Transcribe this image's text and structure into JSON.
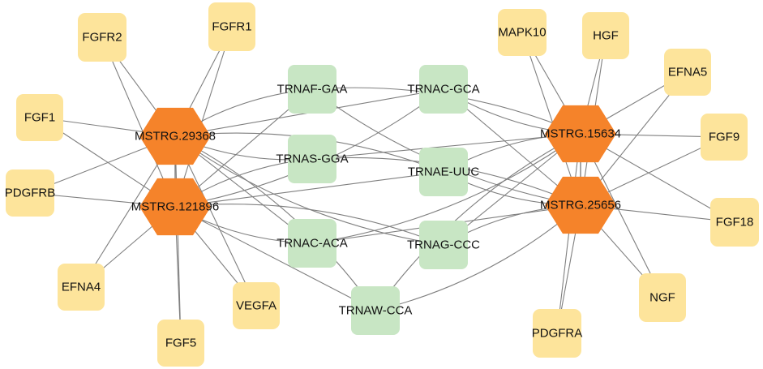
{
  "colors": {
    "hub_fill": "#f5832a",
    "trna_fill": "#c8e6c4",
    "gene_fill": "#fde49b",
    "edge": "#7f7f7f",
    "label": "#111111"
  },
  "hubs": [
    {
      "id": "h1",
      "label": "MSTRG.29368"
    },
    {
      "id": "h2",
      "label": "MSTRG.121896"
    },
    {
      "id": "h3",
      "label": "MSTRG.15634"
    },
    {
      "id": "h4",
      "label": "MSTRG.25656"
    }
  ],
  "trnas": [
    {
      "id": "t1",
      "label": "TRNAF-GAA"
    },
    {
      "id": "t2",
      "label": "TRNAC-GCA"
    },
    {
      "id": "t3",
      "label": "TRNAS-GGA"
    },
    {
      "id": "t4",
      "label": "TRNAE-UUC"
    },
    {
      "id": "t5",
      "label": "TRNAC-ACA"
    },
    {
      "id": "t6",
      "label": "TRNAG-CCC"
    },
    {
      "id": "t7",
      "label": "TRNAW-CCA"
    }
  ],
  "genes": [
    {
      "id": "g1",
      "label": "FGFR2"
    },
    {
      "id": "g2",
      "label": "FGFR1"
    },
    {
      "id": "g3",
      "label": "FGF1"
    },
    {
      "id": "g4",
      "label": "PDGFRB"
    },
    {
      "id": "g5",
      "label": "EFNA4"
    },
    {
      "id": "g6",
      "label": "FGF5"
    },
    {
      "id": "g7",
      "label": "VEGFA"
    },
    {
      "id": "g8",
      "label": "MAPK10"
    },
    {
      "id": "g9",
      "label": "HGF"
    },
    {
      "id": "g10",
      "label": "EFNA5"
    },
    {
      "id": "g11",
      "label": "FGF9"
    },
    {
      "id": "g12",
      "label": "FGF18"
    },
    {
      "id": "g13",
      "label": "NGF"
    },
    {
      "id": "g14",
      "label": "PDGFRA"
    }
  ],
  "edges": [
    [
      "h1",
      "g1"
    ],
    [
      "h1",
      "g2"
    ],
    [
      "h1",
      "g3"
    ],
    [
      "h1",
      "g4"
    ],
    [
      "h1",
      "g5"
    ],
    [
      "h1",
      "g6"
    ],
    [
      "h1",
      "g7"
    ],
    [
      "h2",
      "g1"
    ],
    [
      "h2",
      "g2"
    ],
    [
      "h2",
      "g3"
    ],
    [
      "h2",
      "g4"
    ],
    [
      "h2",
      "g5"
    ],
    [
      "h2",
      "g6"
    ],
    [
      "h2",
      "g7"
    ],
    [
      "h3",
      "g8"
    ],
    [
      "h3",
      "g9"
    ],
    [
      "h3",
      "g10"
    ],
    [
      "h3",
      "g11"
    ],
    [
      "h3",
      "g12"
    ],
    [
      "h3",
      "g13"
    ],
    [
      "h3",
      "g14"
    ],
    [
      "h4",
      "g8"
    ],
    [
      "h4",
      "g9"
    ],
    [
      "h4",
      "g10"
    ],
    [
      "h4",
      "g11"
    ],
    [
      "h4",
      "g12"
    ],
    [
      "h4",
      "g13"
    ],
    [
      "h4",
      "g14"
    ],
    [
      "h1",
      "h2"
    ],
    [
      "h3",
      "h4"
    ],
    [
      "h1",
      "t1"
    ],
    [
      "h1",
      "t2"
    ],
    [
      "h1",
      "t3"
    ],
    [
      "h1",
      "t4"
    ],
    [
      "h1",
      "t5"
    ],
    [
      "h1",
      "t6"
    ],
    [
      "h1",
      "t7"
    ],
    [
      "h2",
      "t1"
    ],
    [
      "h2",
      "t2"
    ],
    [
      "h2",
      "t3"
    ],
    [
      "h2",
      "t4"
    ],
    [
      "h2",
      "t5"
    ],
    [
      "h2",
      "t6"
    ],
    [
      "h2",
      "t7"
    ],
    [
      "h3",
      "t1"
    ],
    [
      "h3",
      "t2"
    ],
    [
      "h3",
      "t3"
    ],
    [
      "h3",
      "t4"
    ],
    [
      "h3",
      "t5"
    ],
    [
      "h3",
      "t6"
    ],
    [
      "h3",
      "t7"
    ],
    [
      "h4",
      "t1"
    ],
    [
      "h4",
      "t2"
    ],
    [
      "h4",
      "t3"
    ],
    [
      "h4",
      "t4"
    ],
    [
      "h4",
      "t5"
    ],
    [
      "h4",
      "t6"
    ],
    [
      "h4",
      "t7"
    ]
  ]
}
